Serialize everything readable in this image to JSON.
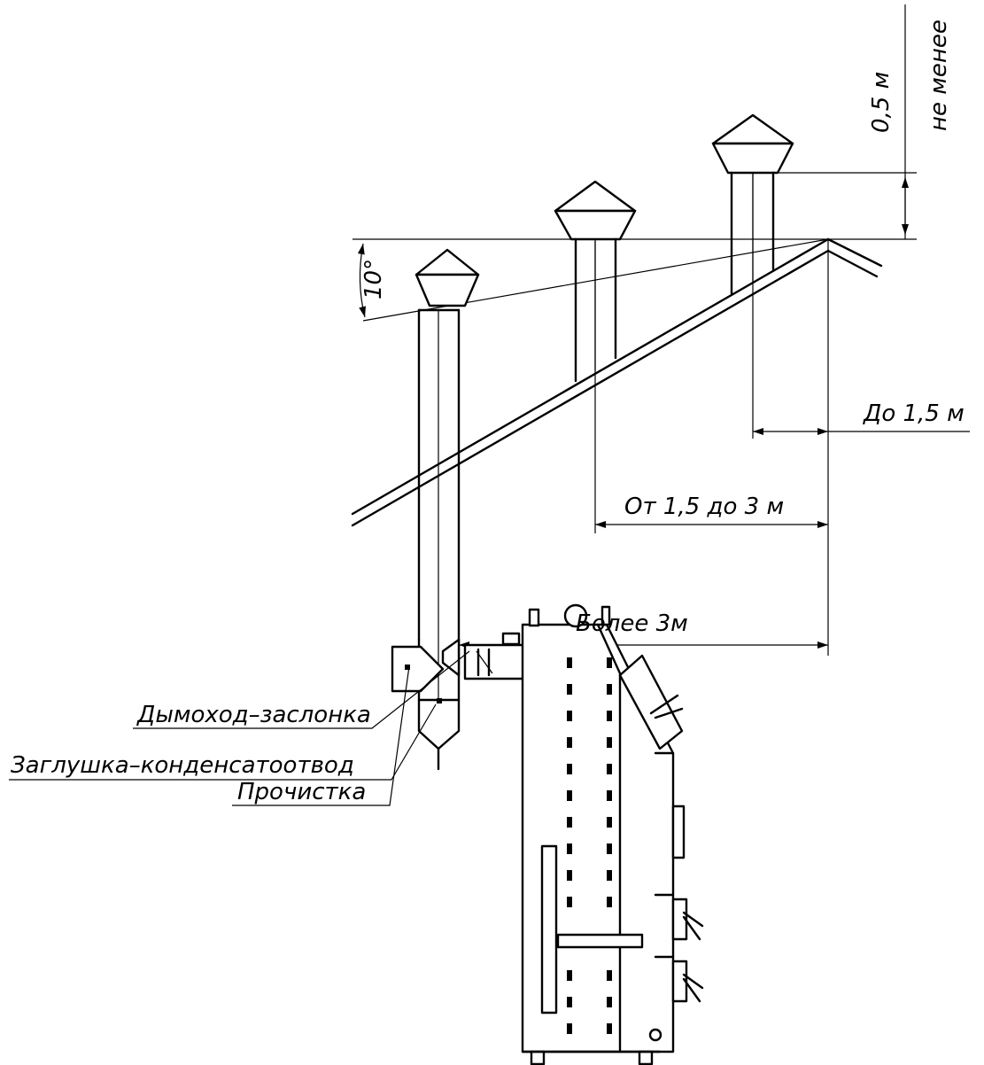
{
  "diagram": {
    "labels": {
      "min_height_value": "0,5 м",
      "min_height_note": "не менее",
      "angle": "10°",
      "up_to": "До 1,5 м",
      "from_to": "От 1,5 до 3 м",
      "more_than": "Более 3м",
      "damper": "Дымоход–заслонка",
      "cleanout": "Прочистка",
      "condensate_plug": "Заглушка–конденсатоотвод"
    }
  }
}
